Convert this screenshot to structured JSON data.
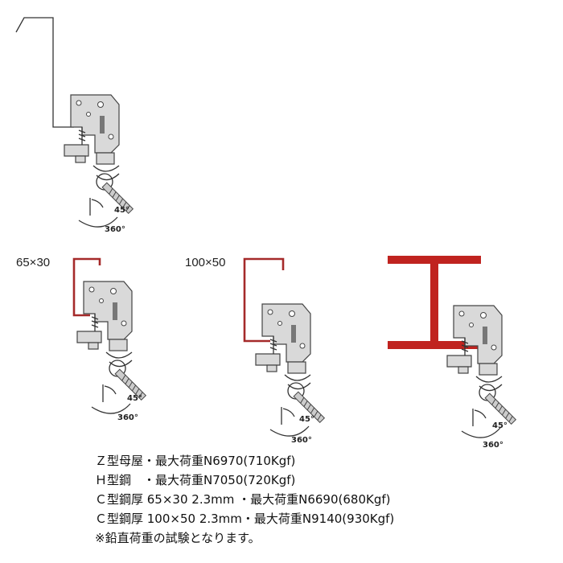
{
  "labels": {
    "c65": "65×30",
    "c100": "100×50",
    "angle_small": "45°",
    "angle_full": "360°"
  },
  "specs": [
    "Ｚ型母屋・最大荷重N6970(710Kgf)",
    "Ｈ型鋼　・最大荷重N7050(720Kgf)",
    "Ｃ型鋼厚 65×30 2.3mm ・最大荷重N6690(680Kgf)",
    "Ｃ型鋼厚 100×50 2.3mm・最大荷重N9140(930Kgf)",
    "※鉛直荷重の試験となります。"
  ],
  "colors": {
    "steel_red": "#c0231f",
    "c_channel": "#a52a2a"
  }
}
